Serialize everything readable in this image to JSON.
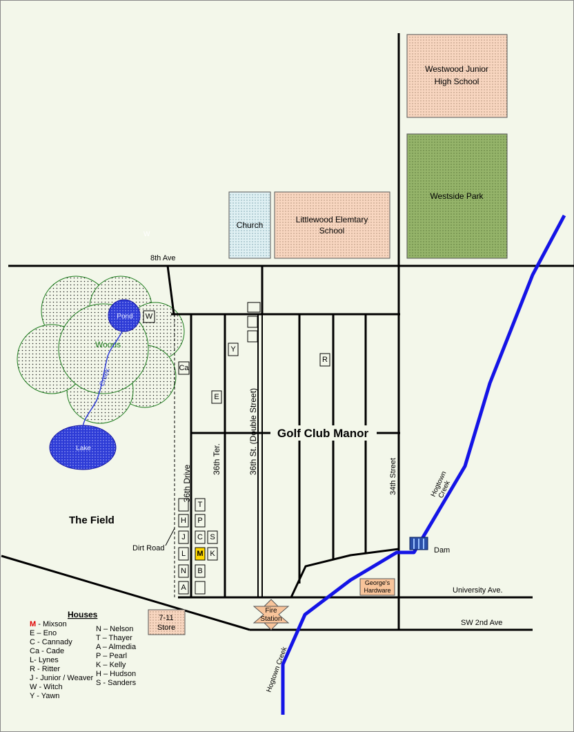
{
  "title": "Golf Club Manor",
  "areas": {
    "the_field": "The Field",
    "woods": "Woods",
    "pond": "Pond",
    "lake": "Lake",
    "creek": "Creek",
    "stray_w": "W"
  },
  "buildings": {
    "westwood_line1": "Westwood Junior",
    "westwood_line2": "High School",
    "westside_park": "Westside Park",
    "church": "Church",
    "littlewood_line1": "Littlewood Elemtary",
    "littlewood_line2": "School",
    "georges_line1": "George's",
    "georges_line2": "Hardware",
    "seven_eleven_line1": "7-11",
    "seven_eleven_line2": "Store",
    "fire_line1": "Fire",
    "fire_line2": "Station",
    "dam": "Dam"
  },
  "streets": {
    "eighth_ave": "8th Ave",
    "university_ave": "University Ave.",
    "sw_2nd_ave": "SW 2nd Ave",
    "thirty_sixth_drive": "36th Drive",
    "thirty_sixth_ter": "36th Ter.",
    "thirty_sixth_st": "36th St. (Double Street)",
    "thirty_fourth_street": "34th Street",
    "dirt_road": "Dirt Road",
    "hogtown_creek_upper_1": "Hogtown",
    "hogtown_creek_upper_2": "Creek",
    "hogtown_creek_lower": "Hogtown Creek"
  },
  "house_markers": {
    "w": "W",
    "ca": "Ca",
    "y": "Y",
    "e": "E",
    "r": "R",
    "t": "T",
    "h": "H",
    "p": "P",
    "j": "J",
    "c": "C",
    "s": "S",
    "l": "L",
    "m": "M",
    "k": "K",
    "n": "N",
    "b": "B",
    "a": "A"
  },
  "legend": {
    "heading": "Houses",
    "col1": [
      {
        "key": "M",
        "text": " - Mixson"
      },
      {
        "key": "",
        "text": "E – Eno"
      },
      {
        "key": "",
        "text": "C - Cannady"
      },
      {
        "key": "",
        "text": "Ca - Cade"
      },
      {
        "key": "",
        "text": "L- Lynes"
      },
      {
        "key": "",
        "text": "R - Ritter"
      },
      {
        "key": "",
        "text": "J - Junior / Weaver"
      },
      {
        "key": "",
        "text": "W - Witch"
      },
      {
        "key": "",
        "text": "Y - Yawn"
      }
    ],
    "col2": [
      "N – Nelson",
      "T – Thayer",
      "A – Almedia",
      "P – Pearl",
      "K – Kelly",
      "H – Hudson",
      "S - Sanders"
    ]
  },
  "colors": {
    "background": "#f3f7ea",
    "school_fill": "#f8d6c0",
    "park_fill": "#95b46a",
    "church_fill": "#dff0f3",
    "woods_outline": "#1a7a1a",
    "water_fill": "#2d3bd6",
    "creek_blue": "#1414e6",
    "mixson_highlight": "#ffd800",
    "mixson_red": "#e00000"
  }
}
